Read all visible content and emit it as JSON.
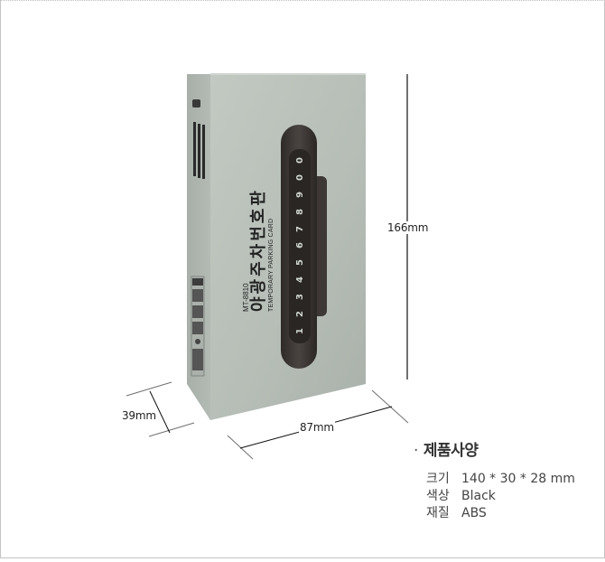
{
  "product": {
    "model": "MT-8810",
    "title_ko": "야광주차번호판",
    "title_en": "TEMPORARY PARKING CARD",
    "digits": [
      "1",
      "2",
      "3",
      "4",
      "5",
      "6",
      "7",
      "8",
      "9",
      "0",
      "0"
    ]
  },
  "dimensions": {
    "height": "166mm",
    "width": "87mm",
    "depth": "39mm"
  },
  "spec": {
    "bullet": "·",
    "title": "제품사양",
    "rows": [
      {
        "key": "크기",
        "value": "140 * 30 * 28 mm"
      },
      {
        "key": "색상",
        "value": "Black"
      },
      {
        "key": "재질",
        "value": "ABS"
      }
    ]
  },
  "colors": {
    "box_front": "#b9c1ba",
    "box_side": "#aab2ab",
    "device": "#3a3533",
    "line": "#111111"
  }
}
